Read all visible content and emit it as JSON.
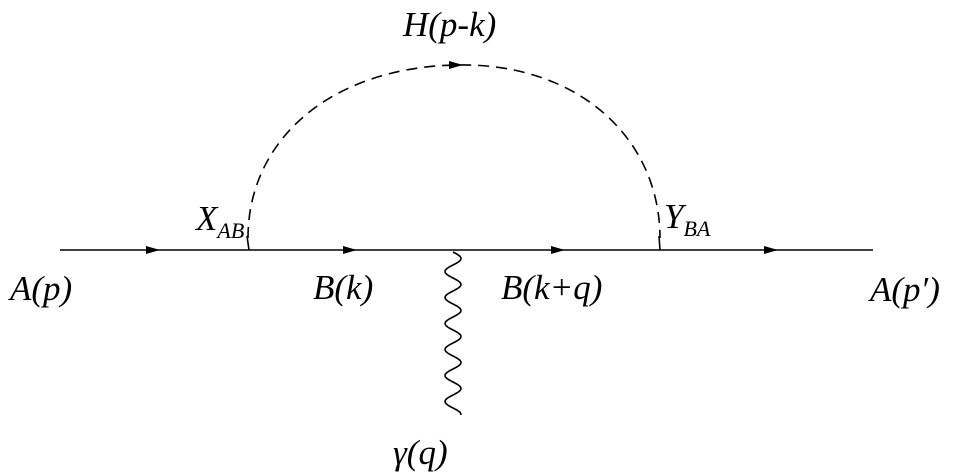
{
  "labels": {
    "higgs": "H(p-k)",
    "vertex_left_main": "X",
    "vertex_left_sub": "AB",
    "vertex_right_main": "Y",
    "vertex_right_sub": "BA",
    "incoming": "A(p)",
    "internal_left": "B(k)",
    "internal_right": "B(k+q)",
    "outgoing": "A(p′)",
    "photon": "γ(q)"
  },
  "colors": {
    "line": "#000000",
    "background": "#ffffff"
  }
}
